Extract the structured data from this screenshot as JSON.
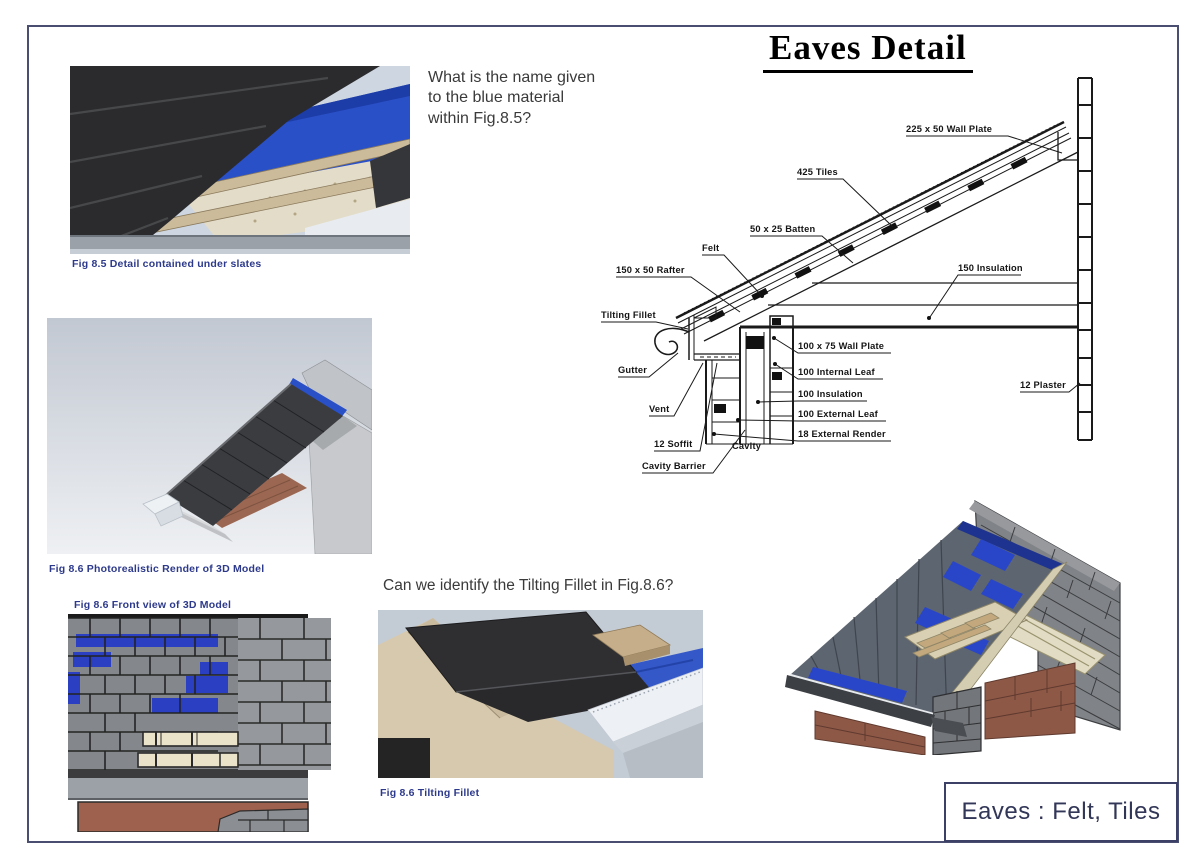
{
  "page": {
    "title": "Eaves Detail",
    "footer": "Eaves : Felt, Tiles"
  },
  "questions": {
    "blue_material": "What is the name given to the blue material within Fig.8.5?",
    "tilting_fillet": "Can we identify the Tilting Fillet in Fig.8.6?"
  },
  "captions": {
    "fig85": "Fig 8.5 Detail contained under slates",
    "fig86_render": "Fig 8.6 Photorealistic Render of 3D Model",
    "fig86_front": "Fig 8.6 Front view of 3D Model",
    "fig86_fillet": "Fig 8.6 Tilting Fillet"
  },
  "diagram": {
    "labels": {
      "wall_plate_225": "225 x 50 Wall Plate",
      "tiles_425": "425 Tiles",
      "batten_50x25": "50 x 25 Batten",
      "felt": "Felt",
      "rafter_150x50": "150 x 50 Rafter",
      "tilting_fillet": "Tilting Fillet",
      "gutter": "Gutter",
      "vent": "Vent",
      "soffit_12": "12 Soffit",
      "cavity_barrier": "Cavity Barrier",
      "cavity": "Cavity",
      "wall_plate_100x75": "100 x 75 Wall Plate",
      "internal_leaf_100": "100 Internal Leaf",
      "insulation_100": "100 Insulation",
      "external_leaf_100": "100 External Leaf",
      "external_render_18": "18 External Render",
      "insulation_150": "150 Insulation",
      "plaster_12": "12 Plaster"
    }
  },
  "colors": {
    "page_border": "#4a4f72",
    "caption_blue": "#2d3a8c",
    "felt_blue": "#2a50c8",
    "slate_dark": "#2e2e30",
    "brick_brown": "#9a5f4c",
    "drawing_line": "#1a1a1a"
  }
}
